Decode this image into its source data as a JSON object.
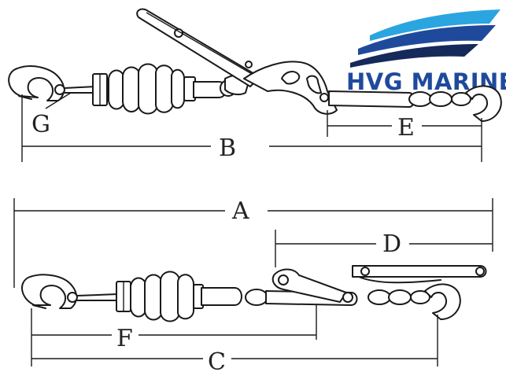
{
  "brand": {
    "name": "HVG MARINE",
    "colors": {
      "primary": "#1f4a9c",
      "accent": "#2aa5e0",
      "dark": "#152a5a"
    },
    "icon": "ship-bow-logo-icon"
  },
  "dimensions": {
    "A": "A",
    "B": "B",
    "C": "C",
    "D": "D",
    "E": "E",
    "F": "F",
    "G": "G"
  }
}
